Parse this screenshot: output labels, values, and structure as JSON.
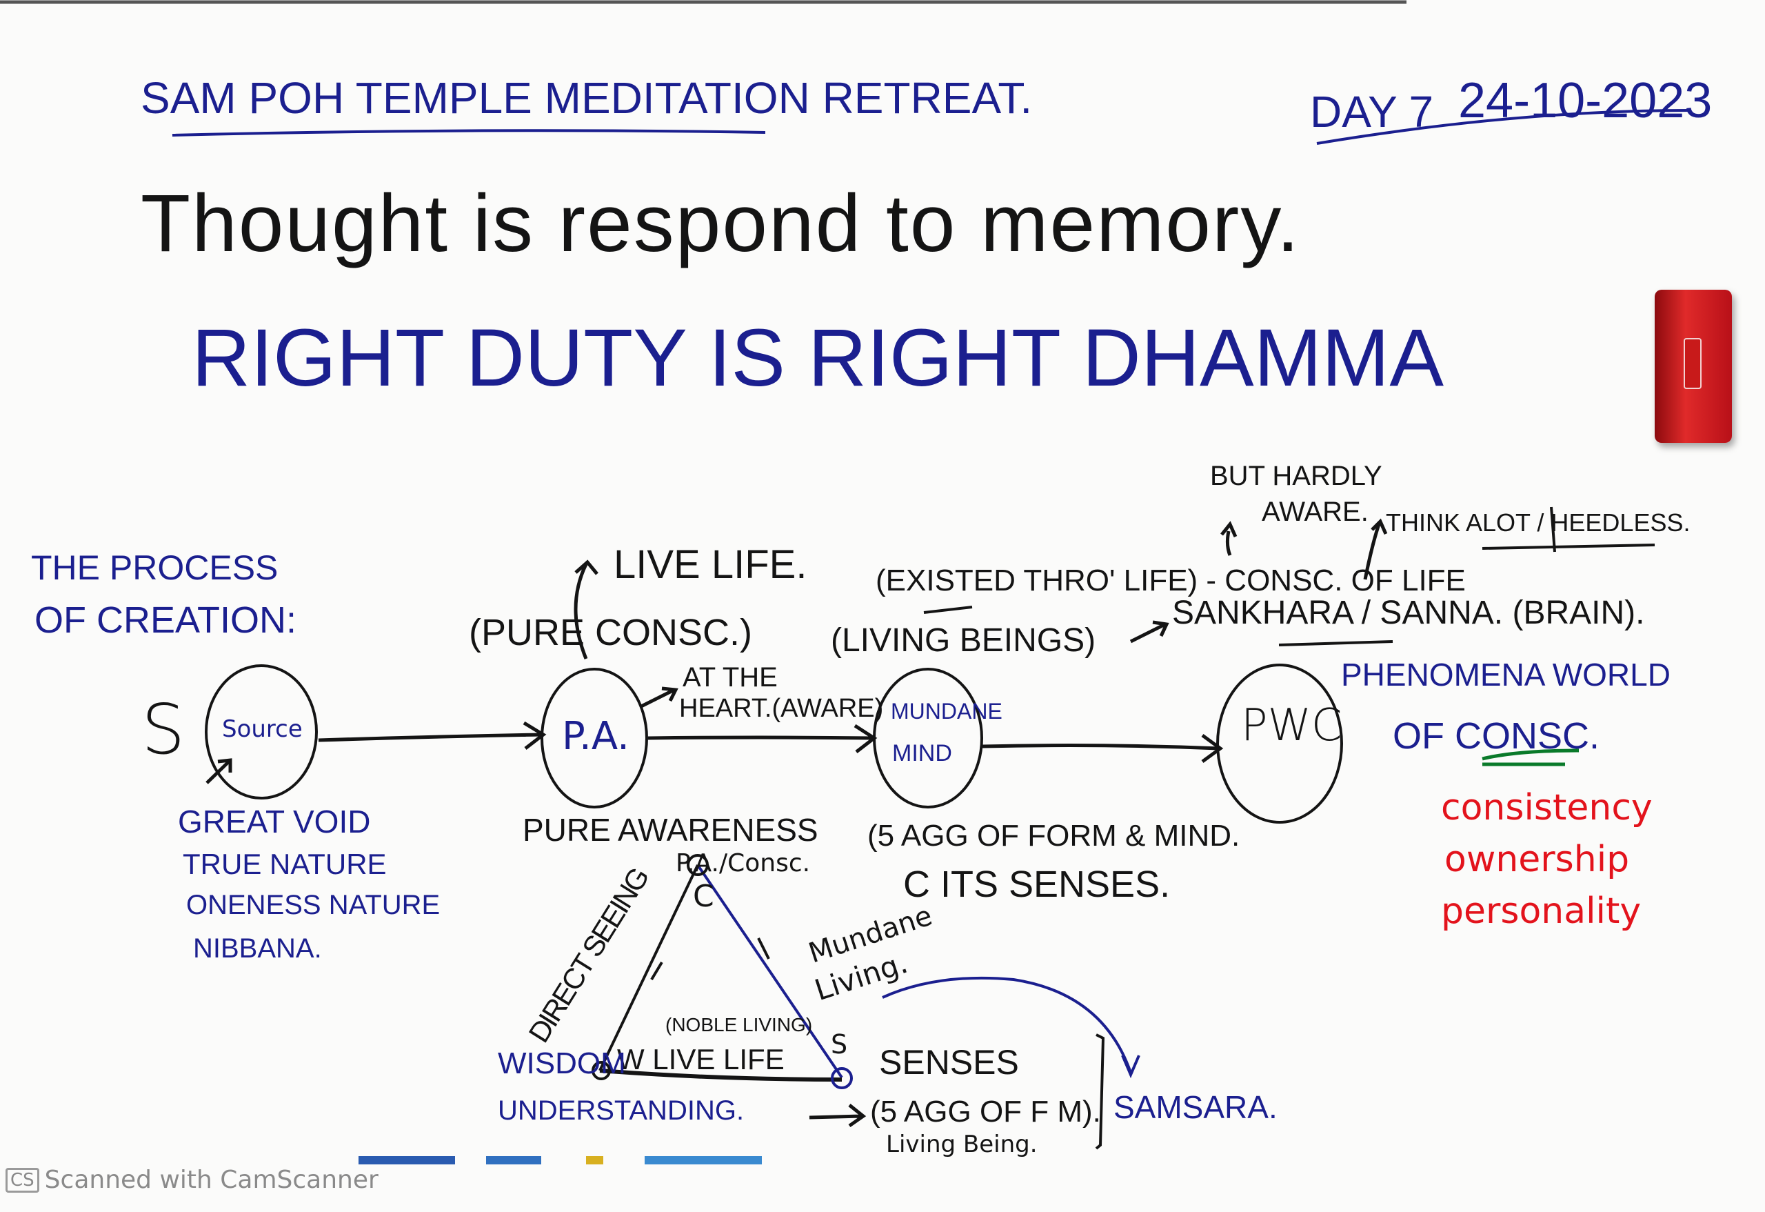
{
  "header": {
    "title": "Sam Poh Temple Meditation Retreat.",
    "day": "Day 7",
    "date": "24-10-2023"
  },
  "headlines": {
    "thought": "Thought is respond to memory.",
    "main": "Right Duty Is Right Dhamma"
  },
  "process": {
    "title_line1": "The Process",
    "title_line2": "of Creation:",
    "s_letter": "S",
    "nodes": [
      {
        "label": "Source",
        "notes": [
          "Great Void",
          "True Nature",
          "Oneness Nature",
          "Nibbana."
        ]
      },
      {
        "label": "P.A.",
        "above": "(Pure Consc.)",
        "up_note": "Live Life.",
        "side_note_1": "At the",
        "side_note_2": "Heart.(Aware)",
        "below": "Pure Awareness"
      },
      {
        "label_1": "Mundane",
        "label_2": "Mind",
        "above_1": "(Existed thro' Life) - Consc. of Life",
        "above_2": "(Living Beings)",
        "up_note_1": "But hardly",
        "up_note_2": "aware.",
        "below_1": "(5 Agg of Form & Mind.",
        "below_2": "c its Senses."
      },
      {
        "label": "PWC",
        "side_1": "Phenomena World",
        "side_2": "of Consc."
      }
    ],
    "sankhara": "Sankhara / Sanna. (Brain).",
    "think": "Think alot / Heedless."
  },
  "triangle": {
    "top": "P.A./Consc.",
    "top_letter": "C",
    "left_edge": "Direct Seeing",
    "right_edge_1": "Mundane",
    "right_edge_2": "Living.",
    "bottom_note": "(Noble Living)",
    "bottom_label": "W  Live Life",
    "left_1": "Wisdom",
    "left_2": "Understanding.",
    "right_letter": "S",
    "right_1": "Senses",
    "right_2": "(5 Agg of F M).",
    "right_3": "Living Being.",
    "samsara": "Samsara."
  },
  "red_notes": [
    "consistency",
    "ownership",
    "personality"
  ],
  "footer": {
    "badge": "CS",
    "text": "Scanned with CamScanner"
  },
  "colors": {
    "blue": "#1b1f8f",
    "black": "#141414",
    "red": "#e3131c",
    "green": "#0a7a2a"
  }
}
